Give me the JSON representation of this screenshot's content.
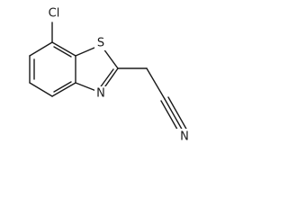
{
  "molecule": {
    "atoms": {
      "chlorine": "Cl",
      "sulfur": "S",
      "nitrogen_ring": "N",
      "nitrogen_nitrile": "N"
    },
    "bond_color": "#1a1a1a",
    "label_color": "#1a1a1a"
  }
}
